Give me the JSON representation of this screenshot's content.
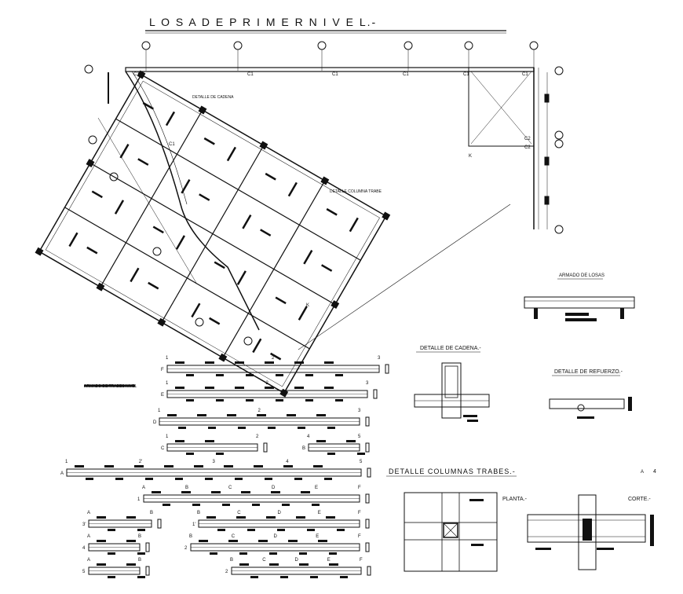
{
  "title": "L O S A   D E   P R I M E R   N I V E L.-",
  "plan": {
    "column_labels": [
      "C1",
      "C1",
      "C1",
      "C1",
      "C1",
      "C1",
      "C2",
      "C2",
      "C1"
    ],
    "beam_label": "K",
    "notes": [
      "DETALLE DE CADENA",
      "DETALLE COLUMNA TRABE"
    ]
  },
  "details": {
    "armado_losas": "ARMADO DE LOSAS",
    "cadena": "DETALLE DE CADENA.-",
    "refuerzo": "DETALLE DE REFUERZO.-",
    "columnas_trabes": "DETALLE  COLUMNAS TRABES.-",
    "planta": "PLANTA.-",
    "corte": "CORTE.-",
    "section_mark": "A",
    "section_num": "4"
  },
  "beams": {
    "header_label": "ARMADO DE TRABES NIVEL",
    "rows": [
      {
        "letter": "F",
        "nums": [
          "1",
          "2",
          "3"
        ]
      },
      {
        "letter": "E",
        "nums": [
          "1",
          "2",
          "3"
        ]
      },
      {
        "letter": "D",
        "nums": [
          "1",
          "2",
          "3"
        ]
      },
      {
        "letter": "C",
        "nums": [
          "1",
          "2"
        ]
      },
      {
        "letter": "B",
        "nums": [
          "4",
          "5"
        ]
      },
      {
        "letter": "A",
        "nums": [
          "1",
          "2'",
          "3",
          "4",
          "5"
        ]
      },
      {
        "letter": "1",
        "nums": [
          "A",
          "B",
          "C",
          "D",
          "E",
          "F"
        ]
      },
      {
        "letter": "3'",
        "nums": [
          "A",
          "B"
        ]
      },
      {
        "letter": "1'",
        "nums": [
          "B",
          "C",
          "D",
          "E",
          "F"
        ]
      },
      {
        "letter": "4",
        "nums": [
          "A",
          "B"
        ]
      },
      {
        "letter": "2",
        "nums": [
          "B",
          "C",
          "D",
          "E",
          "F"
        ]
      },
      {
        "letter": "5",
        "nums": [
          "A",
          "B"
        ]
      },
      {
        "letter": "2",
        "nums": [
          "B",
          "C",
          "D",
          "E",
          "F"
        ]
      }
    ]
  }
}
